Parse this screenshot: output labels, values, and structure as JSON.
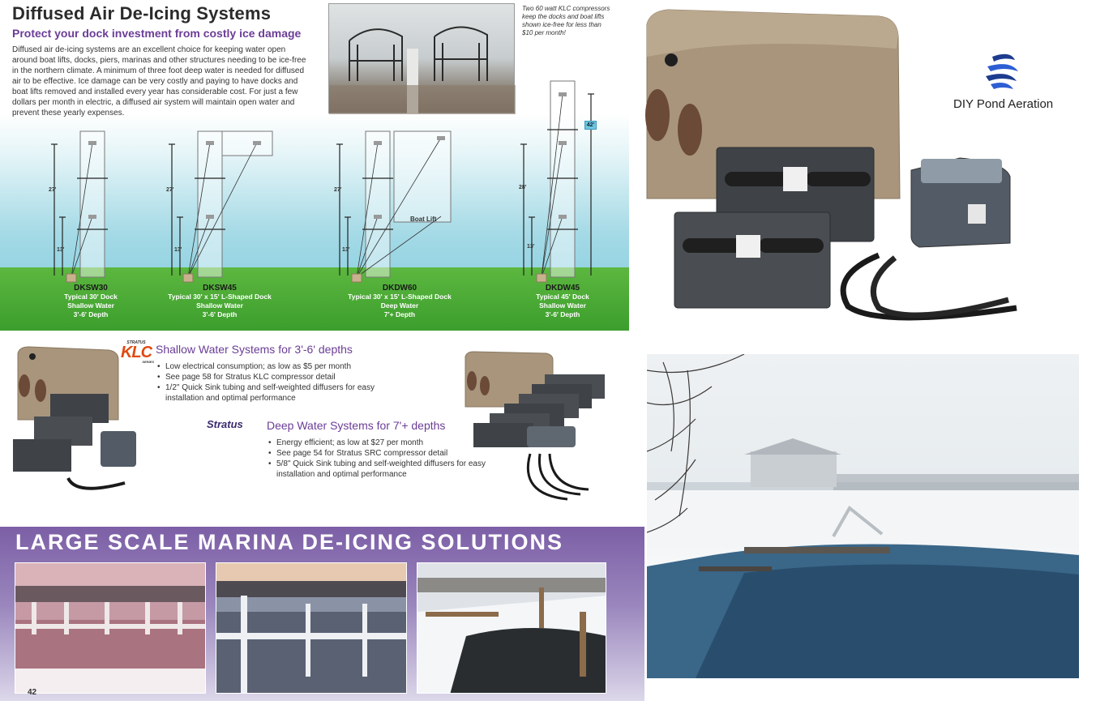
{
  "brochure": {
    "title": "Diffused Air De-Icing Systems",
    "subtitle": "Protect your dock investment from costly ice damage",
    "intro": "Diffused air de-icing systems are an excellent choice for keeping water open around boat lifts, docks, piers, marinas and other structures needing to be ice-free in the northern climate. A minimum of three foot deep water is needed for diffused air to be effective. Ice damage can be very costly and paying to have docks and boat lifts removed and installed every year has considerable cost. For just a few dollars per month in electric, a diffused air system will maintain open water and prevent these yearly expenses.",
    "photo_caption": "Two 60 watt KLC compressors keep the docks and boat lifts shown ice-free for less than $10 per month!",
    "boat_lift_label": "Boat Lift",
    "depth_marker_42": "42'",
    "diagrams": [
      {
        "code": "DKSW30",
        "line1": "Typical 30' Dock",
        "line2": "Shallow Water",
        "line3": "3'-6' Depth",
        "tag_high": "27'",
        "tag_low": "13'"
      },
      {
        "code": "DKSW45",
        "line1": "Typical 30' x 15' L-Shaped Dock",
        "line2": "Shallow Water",
        "line3": "3'-6' Depth",
        "tag_high": "27'",
        "tag_low": "13'"
      },
      {
        "code": "DKDW60",
        "line1": "Typical 30' x 15' L-Shaped Dock",
        "line2": "Deep Water",
        "line3": "7'+ Depth",
        "tag_high": "27'",
        "tag_low": "13'"
      },
      {
        "code": "DKDW45",
        "line1": "Typical 45' Dock",
        "line2": "Shallow Water",
        "line3": "3'-6' Depth",
        "tag_high": "28'",
        "tag_low": "13'"
      }
    ]
  },
  "product": {
    "logo_text": "DIY Pond Aeration"
  },
  "systems": {
    "klc_brand_small": "STRATUS",
    "klc_brand": "KLC",
    "klc_brand_series": "SERIES",
    "shallow_title": "Shallow Water Systems for 3'-6' depths",
    "shallow_items": [
      "Low electrical consumption; as low as $5 per month",
      "See page 58 for Stratus KLC compressor detail",
      "1/2\" Quick Sink tubing and self-weighted diffusers for easy installation and optimal performance"
    ],
    "stratus_brand": "Stratus",
    "deep_title": "Deep Water Systems for 7'+ depths",
    "deep_items": [
      "Energy efficient; as low at $27 per month",
      "See page 54 for Stratus SRC compressor detail",
      "5/8\" Quick Sink tubing and self-weighted diffusers for easy installation and optimal performance"
    ]
  },
  "marina": {
    "title": "LARGE SCALE MARINA DE-ICING SOLUTIONS",
    "page_number": "42"
  },
  "colors": {
    "purple": "#6b3d97",
    "grass": "#3c9e2d",
    "water": "#7cc9dc"
  }
}
